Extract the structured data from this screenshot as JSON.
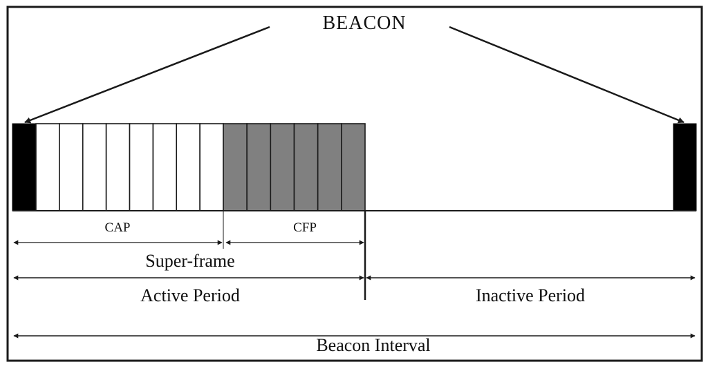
{
  "labels": {
    "beacon": "BEACON",
    "cap": "CAP",
    "cfp": "CFP",
    "superframe": "Super-frame",
    "active_period": "Active Period",
    "inactive_period": "Inactive Period",
    "beacon_interval": "Beacon Interval"
  },
  "slots": {
    "cap_count": 8,
    "cfp_count": 6
  },
  "colors": {
    "beacon_block": "#000000",
    "cap_slot": "#ffffff",
    "cfp_slot": "#808080",
    "line": "#1a1a1a"
  }
}
